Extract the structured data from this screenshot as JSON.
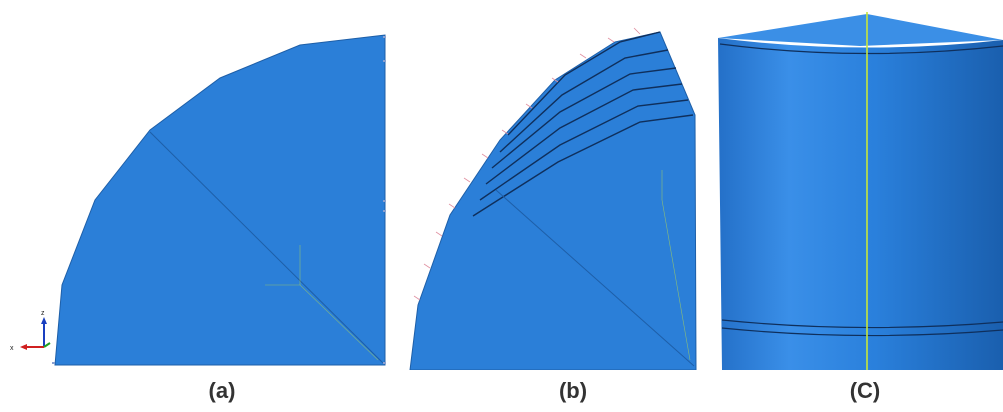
{
  "colors": {
    "mesh_fill": "#2b7fd8",
    "mesh_edge": "#1e5fa8",
    "layer_line": "#0f2f5c",
    "highlight": "#c8e63a",
    "caption_text": "#333333"
  },
  "triad": {
    "z_label": "z",
    "x_label": "x"
  },
  "panels": [
    {
      "caption": "(a)"
    },
    {
      "caption": "(b)"
    },
    {
      "caption": "(C)"
    }
  ]
}
